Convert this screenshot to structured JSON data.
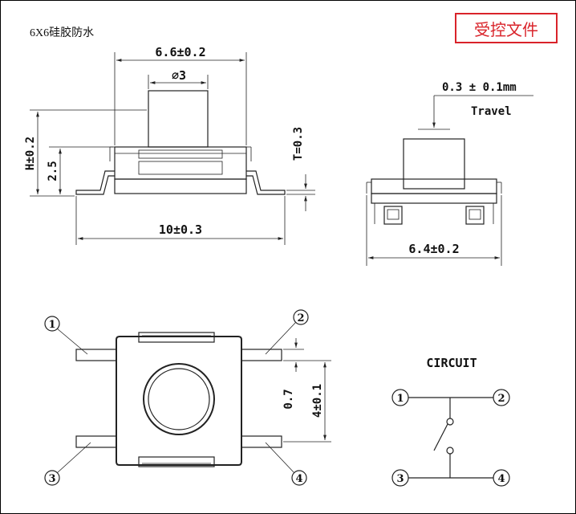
{
  "header": {
    "caption": "6X6硅胶防水",
    "stamp": "受控文件"
  },
  "side_view": {
    "width_label": "6.6±0.2",
    "diameter_label": "∅3",
    "height_label": "H±0.2",
    "body_height_label": "2.5",
    "thickness_label": "T=0.3",
    "length_label": "10±0.3"
  },
  "end_view": {
    "travel_value": "0.3 ± 0.1mm",
    "travel_label": "Travel",
    "width_label": "6.4±0.2"
  },
  "top_view": {
    "pin_width_label": "0.7",
    "pin_pitch_label": "4±0.1",
    "pins": [
      "1",
      "2",
      "3",
      "4"
    ]
  },
  "circuit": {
    "title": "CIRCUIT",
    "pins": [
      "1",
      "2",
      "3",
      "4"
    ]
  }
}
